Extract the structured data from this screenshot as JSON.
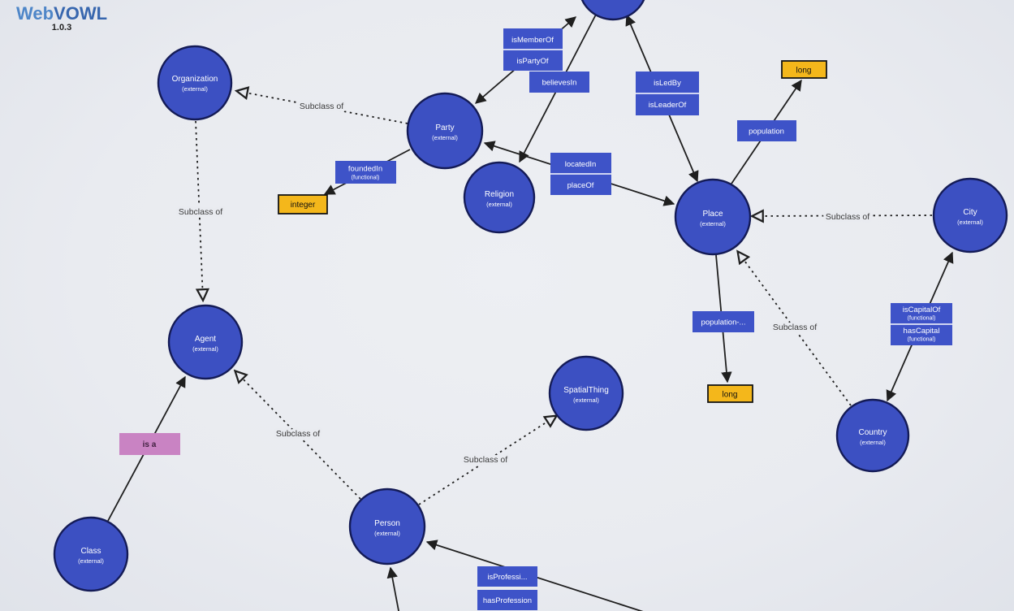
{
  "app": {
    "logo_web": "Web",
    "logo_vowl": "VOWL",
    "version": "1.0.3"
  },
  "labels": {
    "subclass_of": "Subclass of",
    "external": "(external)",
    "functional": "(functional)"
  },
  "nodes": {
    "organization": {
      "label": "Organization"
    },
    "party": {
      "label": "Party"
    },
    "religion": {
      "label": "Religion"
    },
    "place": {
      "label": "Place"
    },
    "city": {
      "label": "City"
    },
    "country": {
      "label": "Country"
    },
    "agent": {
      "label": "Agent"
    },
    "spatial_thing": {
      "label": "SpatialThing"
    },
    "person": {
      "label": "Person"
    },
    "class": {
      "label": "Class"
    }
  },
  "properties": {
    "is_member_of": {
      "label": "isMemberOf"
    },
    "is_party_of": {
      "label": "isPartyOf"
    },
    "believes_in": {
      "label": "believesIn"
    },
    "is_led_by": {
      "label": "isLedBy"
    },
    "is_leader_of": {
      "label": "isLeaderOf"
    },
    "located_in": {
      "label": "locatedIn"
    },
    "place_of": {
      "label": "placeOf"
    },
    "founded_in": {
      "label": "foundedIn"
    },
    "population": {
      "label": "population"
    },
    "population_truncated": {
      "label": "population-..."
    },
    "is_capital_of": {
      "label": "isCapitalOf"
    },
    "has_capital": {
      "label": "hasCapital"
    },
    "is_profession_truncated": {
      "label": "isProfessi..."
    },
    "has_profession": {
      "label": "hasProfession"
    },
    "is_a": {
      "label": "is a"
    }
  },
  "datatypes": {
    "integer": {
      "label": "integer"
    },
    "long_top": {
      "label": "long"
    },
    "long_bottom": {
      "label": "long"
    }
  },
  "colors": {
    "background": "#e9ebf0",
    "class_fill": "#3c50c2",
    "class_stroke": "#141b56",
    "property_fill": "#3e53c8",
    "datatype_fill": "#f4b71b",
    "datatype_stroke": "#141414",
    "isa_fill": "#c983c3",
    "edge_color": "#1f1f1f",
    "label_color": "#3a3a3a",
    "logo_web": "#4e86c8",
    "logo_vowl": "#3766ae"
  }
}
